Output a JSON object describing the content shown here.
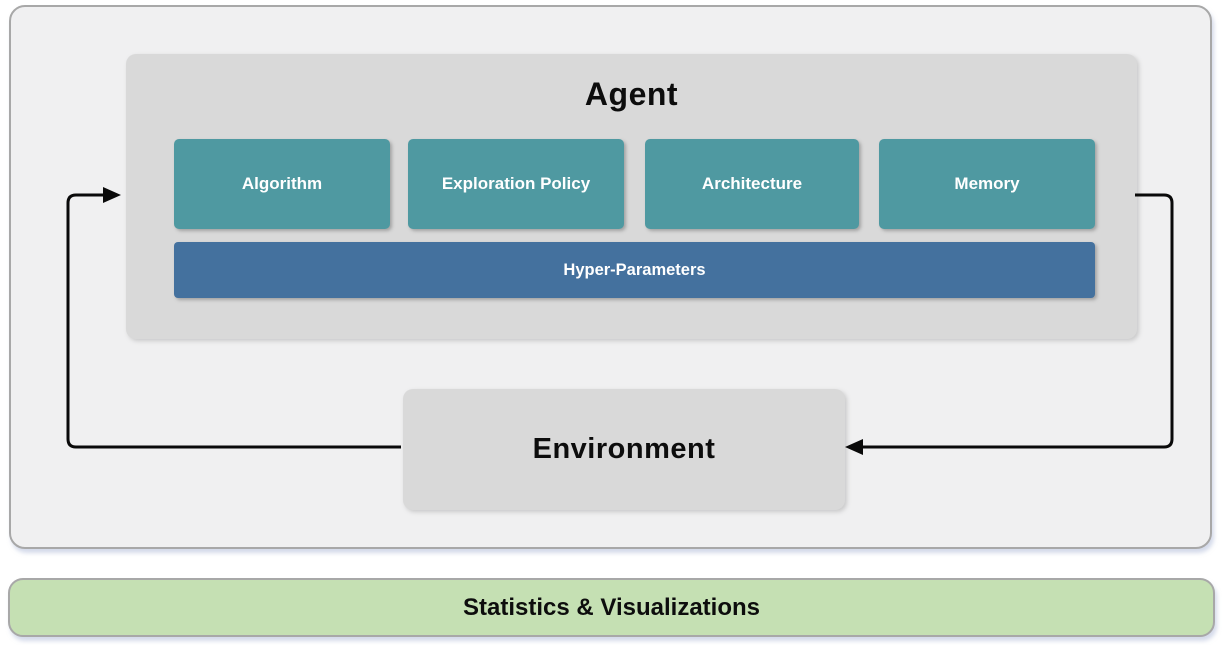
{
  "diagram": {
    "agent": {
      "title": "Agent",
      "modules": [
        {
          "label": "Algorithm"
        },
        {
          "label": "Exploration Policy"
        },
        {
          "label": "Architecture"
        },
        {
          "label": "Memory"
        }
      ],
      "hyper_parameters_label": "Hyper-Parameters"
    },
    "environment": {
      "title": "Environment"
    },
    "footer": {
      "label": "Statistics & Visualizations"
    },
    "arrows": [
      {
        "name": "environment-to-agent",
        "from": "Environment",
        "to": "Agent",
        "side": "left"
      },
      {
        "name": "agent-to-environment",
        "from": "Agent",
        "to": "Environment",
        "side": "right"
      }
    ],
    "colors": {
      "module_teal": "#4f99a1",
      "hyper_parameters_blue": "#44719e",
      "panel_gray": "#d9d9d9",
      "outer_background": "#f0f0f1",
      "outer_border": "#a8a8a8",
      "footer_green": "#c5e0b3",
      "arrow_black": "#0a0a0a"
    }
  }
}
